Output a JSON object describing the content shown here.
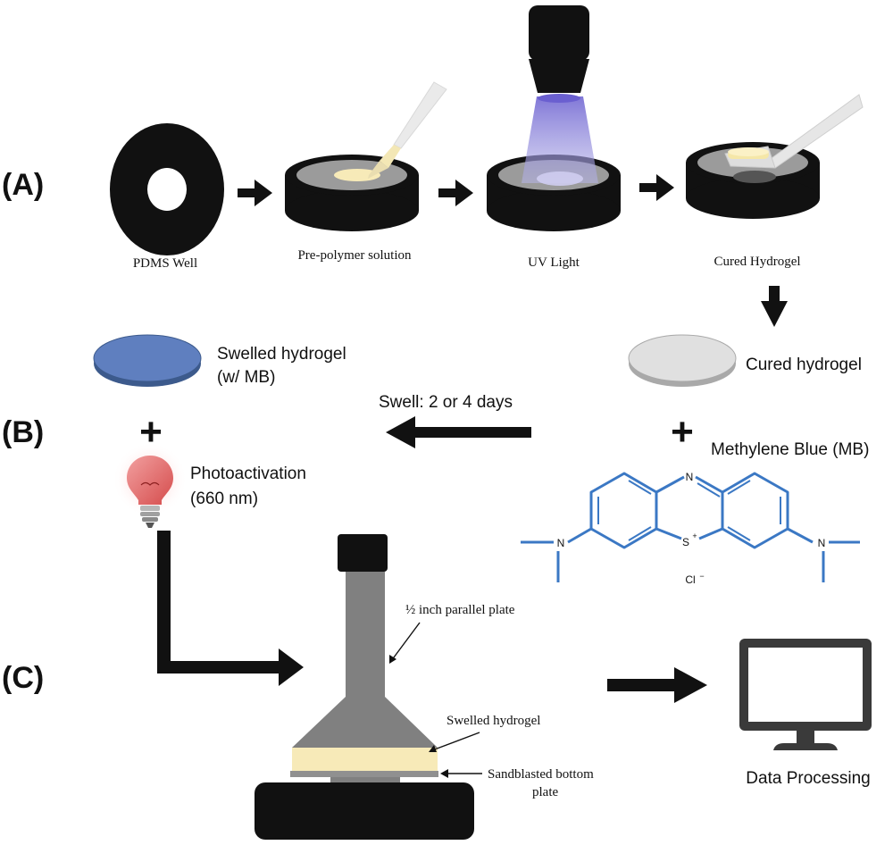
{
  "panels": {
    "a": "(A)",
    "b": "(B)",
    "c": "(C)"
  },
  "panel_a": {
    "pdms_well": "PDMS Well",
    "pre_polymer": "Pre-polymer solution",
    "uv_light": "UV Light",
    "cured_hydrogel": "Cured Hydrogel"
  },
  "panel_b": {
    "swelled_hydrogel_line1": "Swelled hydrogel",
    "swelled_hydrogel_line2": "(w/ MB)",
    "cured_hydrogel": "Cured hydrogel",
    "swell_time": "Swell: 2 or 4 days",
    "plus": "+",
    "methylene_blue": "Methylene Blue (MB)",
    "photo_line1": "Photoactivation",
    "photo_line2": "(660 nm)",
    "atom_n": "N",
    "atom_s": "S",
    "atom_s_charge": "+",
    "atom_n_left": "N",
    "atom_n_right": "N",
    "counterion": "Cl",
    "counterion_charge": "−"
  },
  "panel_c": {
    "parallel_plate": "½ inch parallel plate",
    "swelled_hydrogel": "Swelled hydrogel",
    "bottom_plate_line1": "Sandblasted bottom",
    "bottom_plate_line2": "plate",
    "data_processing": "Data Processing"
  },
  "colors": {
    "black": "#111111",
    "well_gray": "#9b9b9b",
    "hydrogel_yellow": "#f7eab8",
    "uv_purple": "#8c86d6",
    "mb_blue": "#4a72b8",
    "cured_gray": "#e0e0e0",
    "bulb_red": "#e06666",
    "structure_blue": "#3b78c4",
    "plate_gray": "#808080"
  }
}
